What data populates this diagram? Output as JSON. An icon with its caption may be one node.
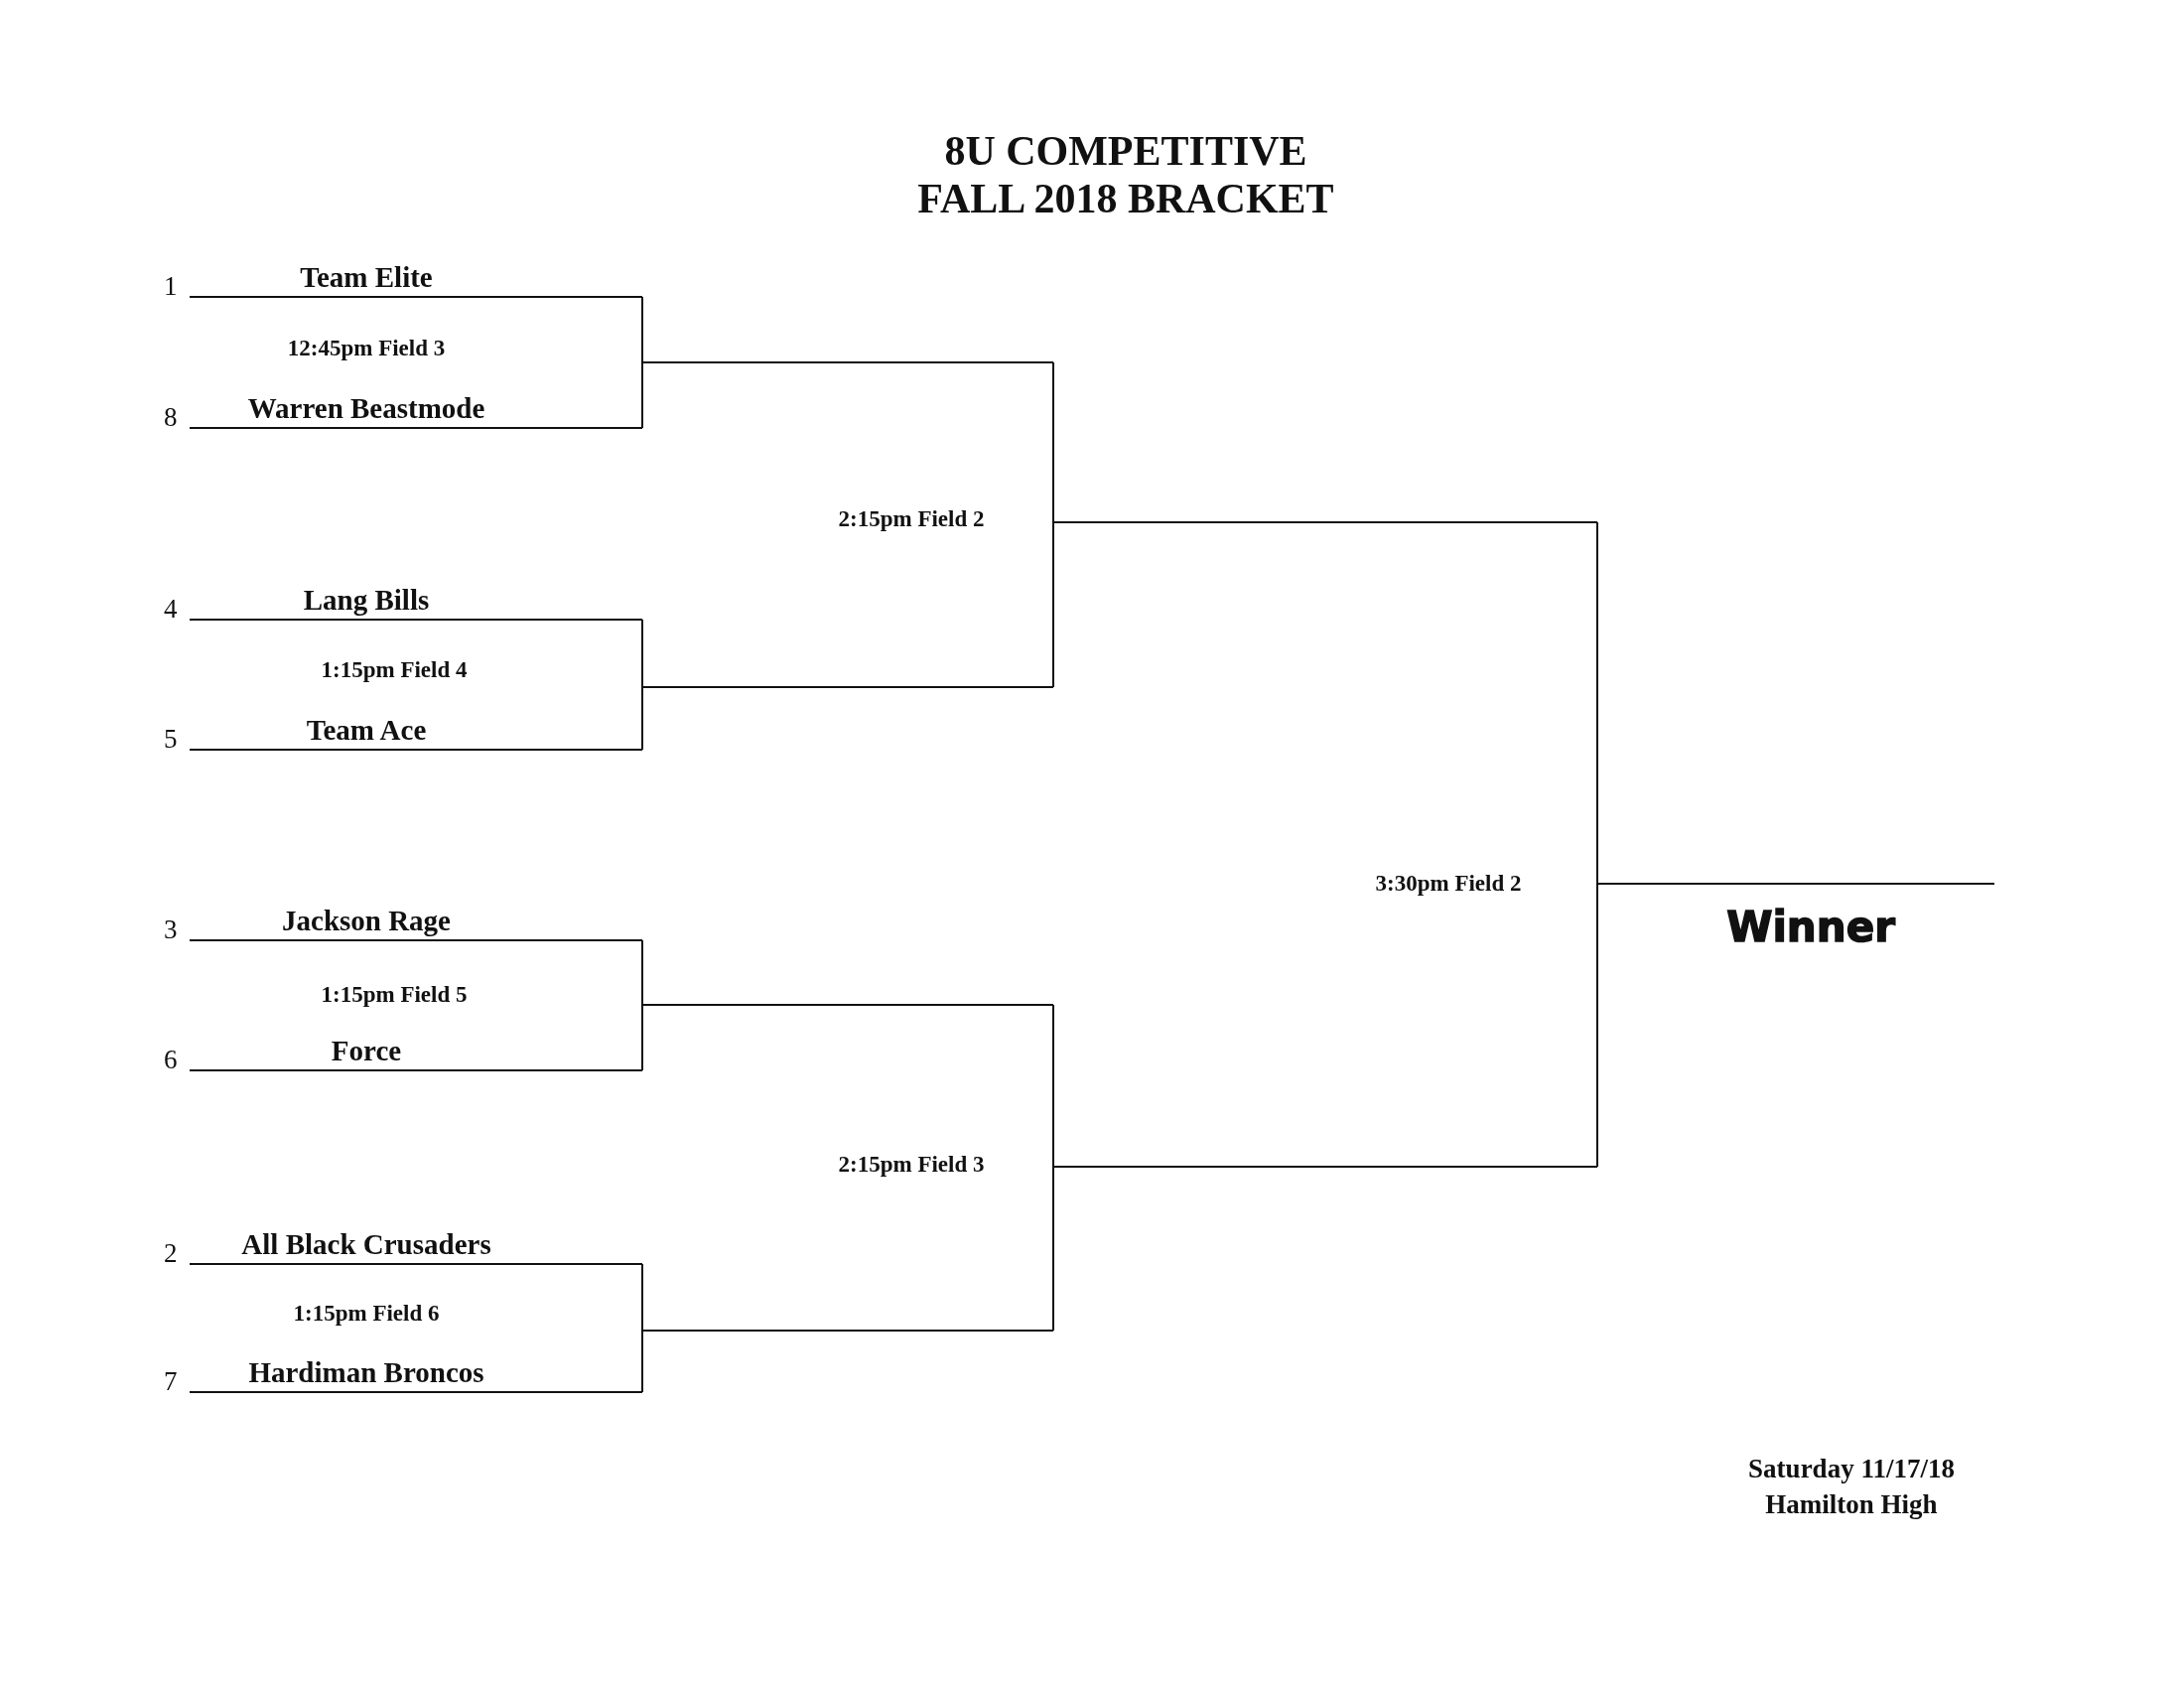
{
  "diagram": {
    "title": "8U COMPETITIVE FALL 2018 BRACKET",
    "nodes": [
      {
        "text": [
          "Team Elite"
        ],
        "beside": [
          "1"
        ]
      },
      {
        "text": [
          "Warren Beastmode"
        ],
        "beside": [
          "8"
        ]
      },
      {
        "text": [
          "Lang Bills"
        ],
        "beside": [
          "4"
        ]
      },
      {
        "text": [
          "Team Ace"
        ],
        "beside": [
          "5"
        ]
      },
      {
        "text": [
          "Jackson Rage"
        ],
        "beside": [
          "3"
        ]
      },
      {
        "text": [
          "Force"
        ],
        "beside": [
          "6"
        ]
      },
      {
        "text": [
          "All Black Crusaders"
        ],
        "beside": [
          "2"
        ]
      },
      {
        "text": [
          "Hardiman Broncos"
        ],
        "beside": [
          "7"
        ]
      },
      {
        "text": [],
        "shape": "bar"
      },
      {
        "text": [],
        "shape": "bar"
      },
      {
        "text": [],
        "shape": "bar"
      },
      {
        "text": [],
        "shape": "bar"
      },
      {
        "text": [],
        "shape": "bar"
      },
      {
        "text": [],
        "shape": "bar"
      },
      {
        "text": [
          "Winner"
        ]
      }
    ],
    "edges": [
      {
        "from": 0,
        "to": 8,
        "arrow": "none"
      },
      {
        "from": 1,
        "to": 8,
        "arrow": "none"
      },
      {
        "from": 2,
        "to": 9,
        "arrow": "none"
      },
      {
        "from": 3,
        "to": 9,
        "arrow": "none"
      },
      {
        "from": 4,
        "to": 10,
        "arrow": "none"
      },
      {
        "from": 5,
        "to": 10,
        "arrow": "none"
      },
      {
        "from": 6,
        "to": 11,
        "arrow": "none"
      },
      {
        "from": 7,
        "to": 11,
        "arrow": "none"
      },
      {
        "from": 8,
        "to": 12,
        "arrow": "none"
      },
      {
        "from": 9,
        "to": 12,
        "arrow": "none"
      },
      {
        "from": 10,
        "to": 13,
        "arrow": "none"
      },
      {
        "from": 11,
        "to": 13,
        "arrow": "none"
      },
      {
        "from": 12,
        "to": 14,
        "arrow": "none"
      },
      {
        "from": 13,
        "to": 14,
        "arrow": "none"
      }
    ],
    "labels": [
      "12:45pm Field 3",
      "2:15pm Field 2",
      "1:15pm Field 4",
      "3:30pm Field 2",
      "1:15pm Field 5",
      "2:15pm Field 3",
      "1:15pm Field 6",
      "Saturday 11/17/18",
      "Hamilton High"
    ]
  }
}
